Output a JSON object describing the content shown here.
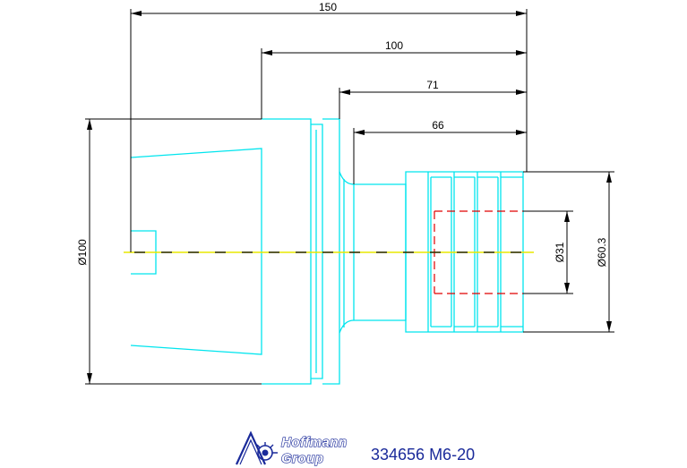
{
  "dimensions": {
    "overall_length": "150",
    "length_100": "100",
    "length_71": "71",
    "length_66": "66",
    "diameter_100": "Ø100",
    "diameter_31": "Ø31",
    "diameter_60_3": "Ø60.3"
  },
  "logo": {
    "line1": "Hoffmann",
    "line2": "Group"
  },
  "part_number": "334656 M6-20",
  "colors": {
    "outline": "#00e5ee",
    "hidden": "#e00000",
    "centerline": "#e8e800",
    "brand": "#1a2a9a"
  }
}
